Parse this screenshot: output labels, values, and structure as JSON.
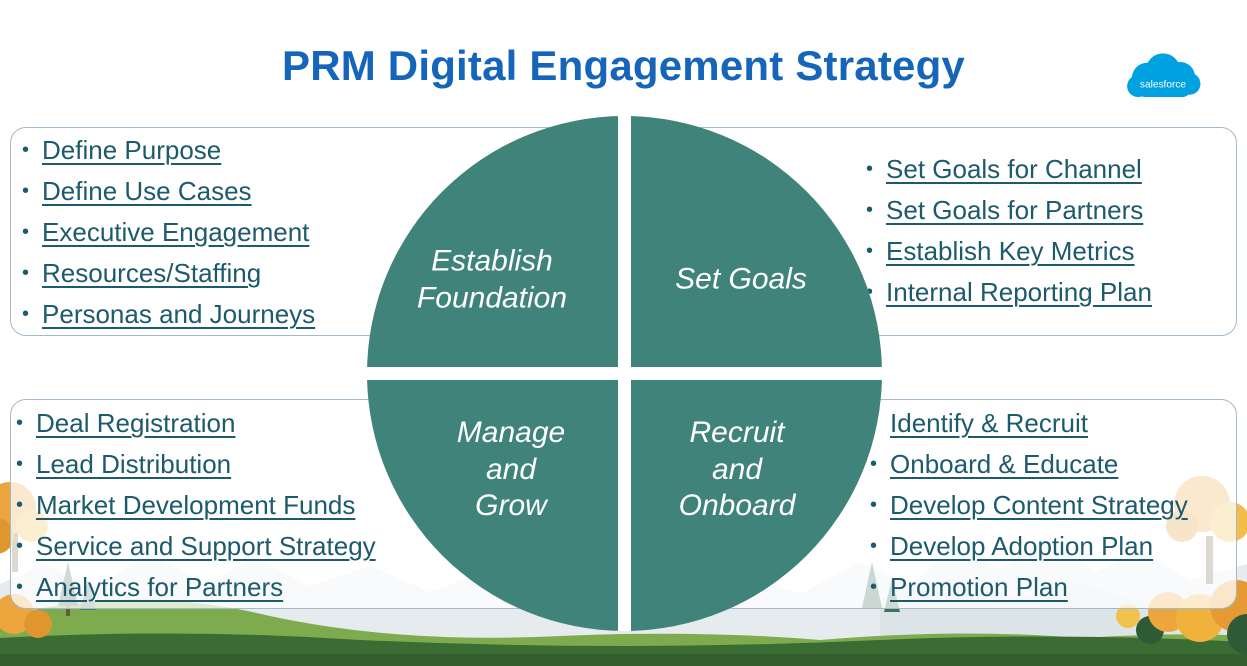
{
  "title": "PRM Digital Engagement Strategy",
  "logo": {
    "text": "salesforce"
  },
  "quadrants": {
    "top_left": {
      "label": "Establish\nFoundation"
    },
    "top_right": {
      "label": "Set Goals"
    },
    "bottom_left": {
      "label": "Manage\nand\nGrow"
    },
    "bottom_right": {
      "label": "Recruit\nand\nOnboard"
    }
  },
  "lists": {
    "establish_foundation": {
      "items": [
        "Define Purpose",
        "Define Use Cases",
        "Executive Engagement",
        "Resources/Staffing",
        "Personas and Journeys"
      ]
    },
    "set_goals": {
      "items": [
        "Set Goals for Channel",
        "Set Goals for Partners",
        "Establish Key Metrics",
        "Internal Reporting Plan"
      ]
    },
    "manage_and_grow": {
      "items": [
        "Deal Registration",
        "Lead Distribution",
        "Market Development Funds",
        "Service and Support Strategy",
        "Analytics for Partners"
      ]
    },
    "recruit_and_onboard": {
      "items": [
        "Identify & Recruit",
        "Onboard & Educate",
        "Develop Content Strategy",
        "Develop Adoption Plan",
        "Promotion Plan"
      ]
    }
  },
  "colors": {
    "title_blue": "#1565bb",
    "quadrant_teal": "#40837a",
    "link_teal": "#1c5a6c",
    "logo_blue": "#00a1e0",
    "box_border": "#a3bacb"
  }
}
